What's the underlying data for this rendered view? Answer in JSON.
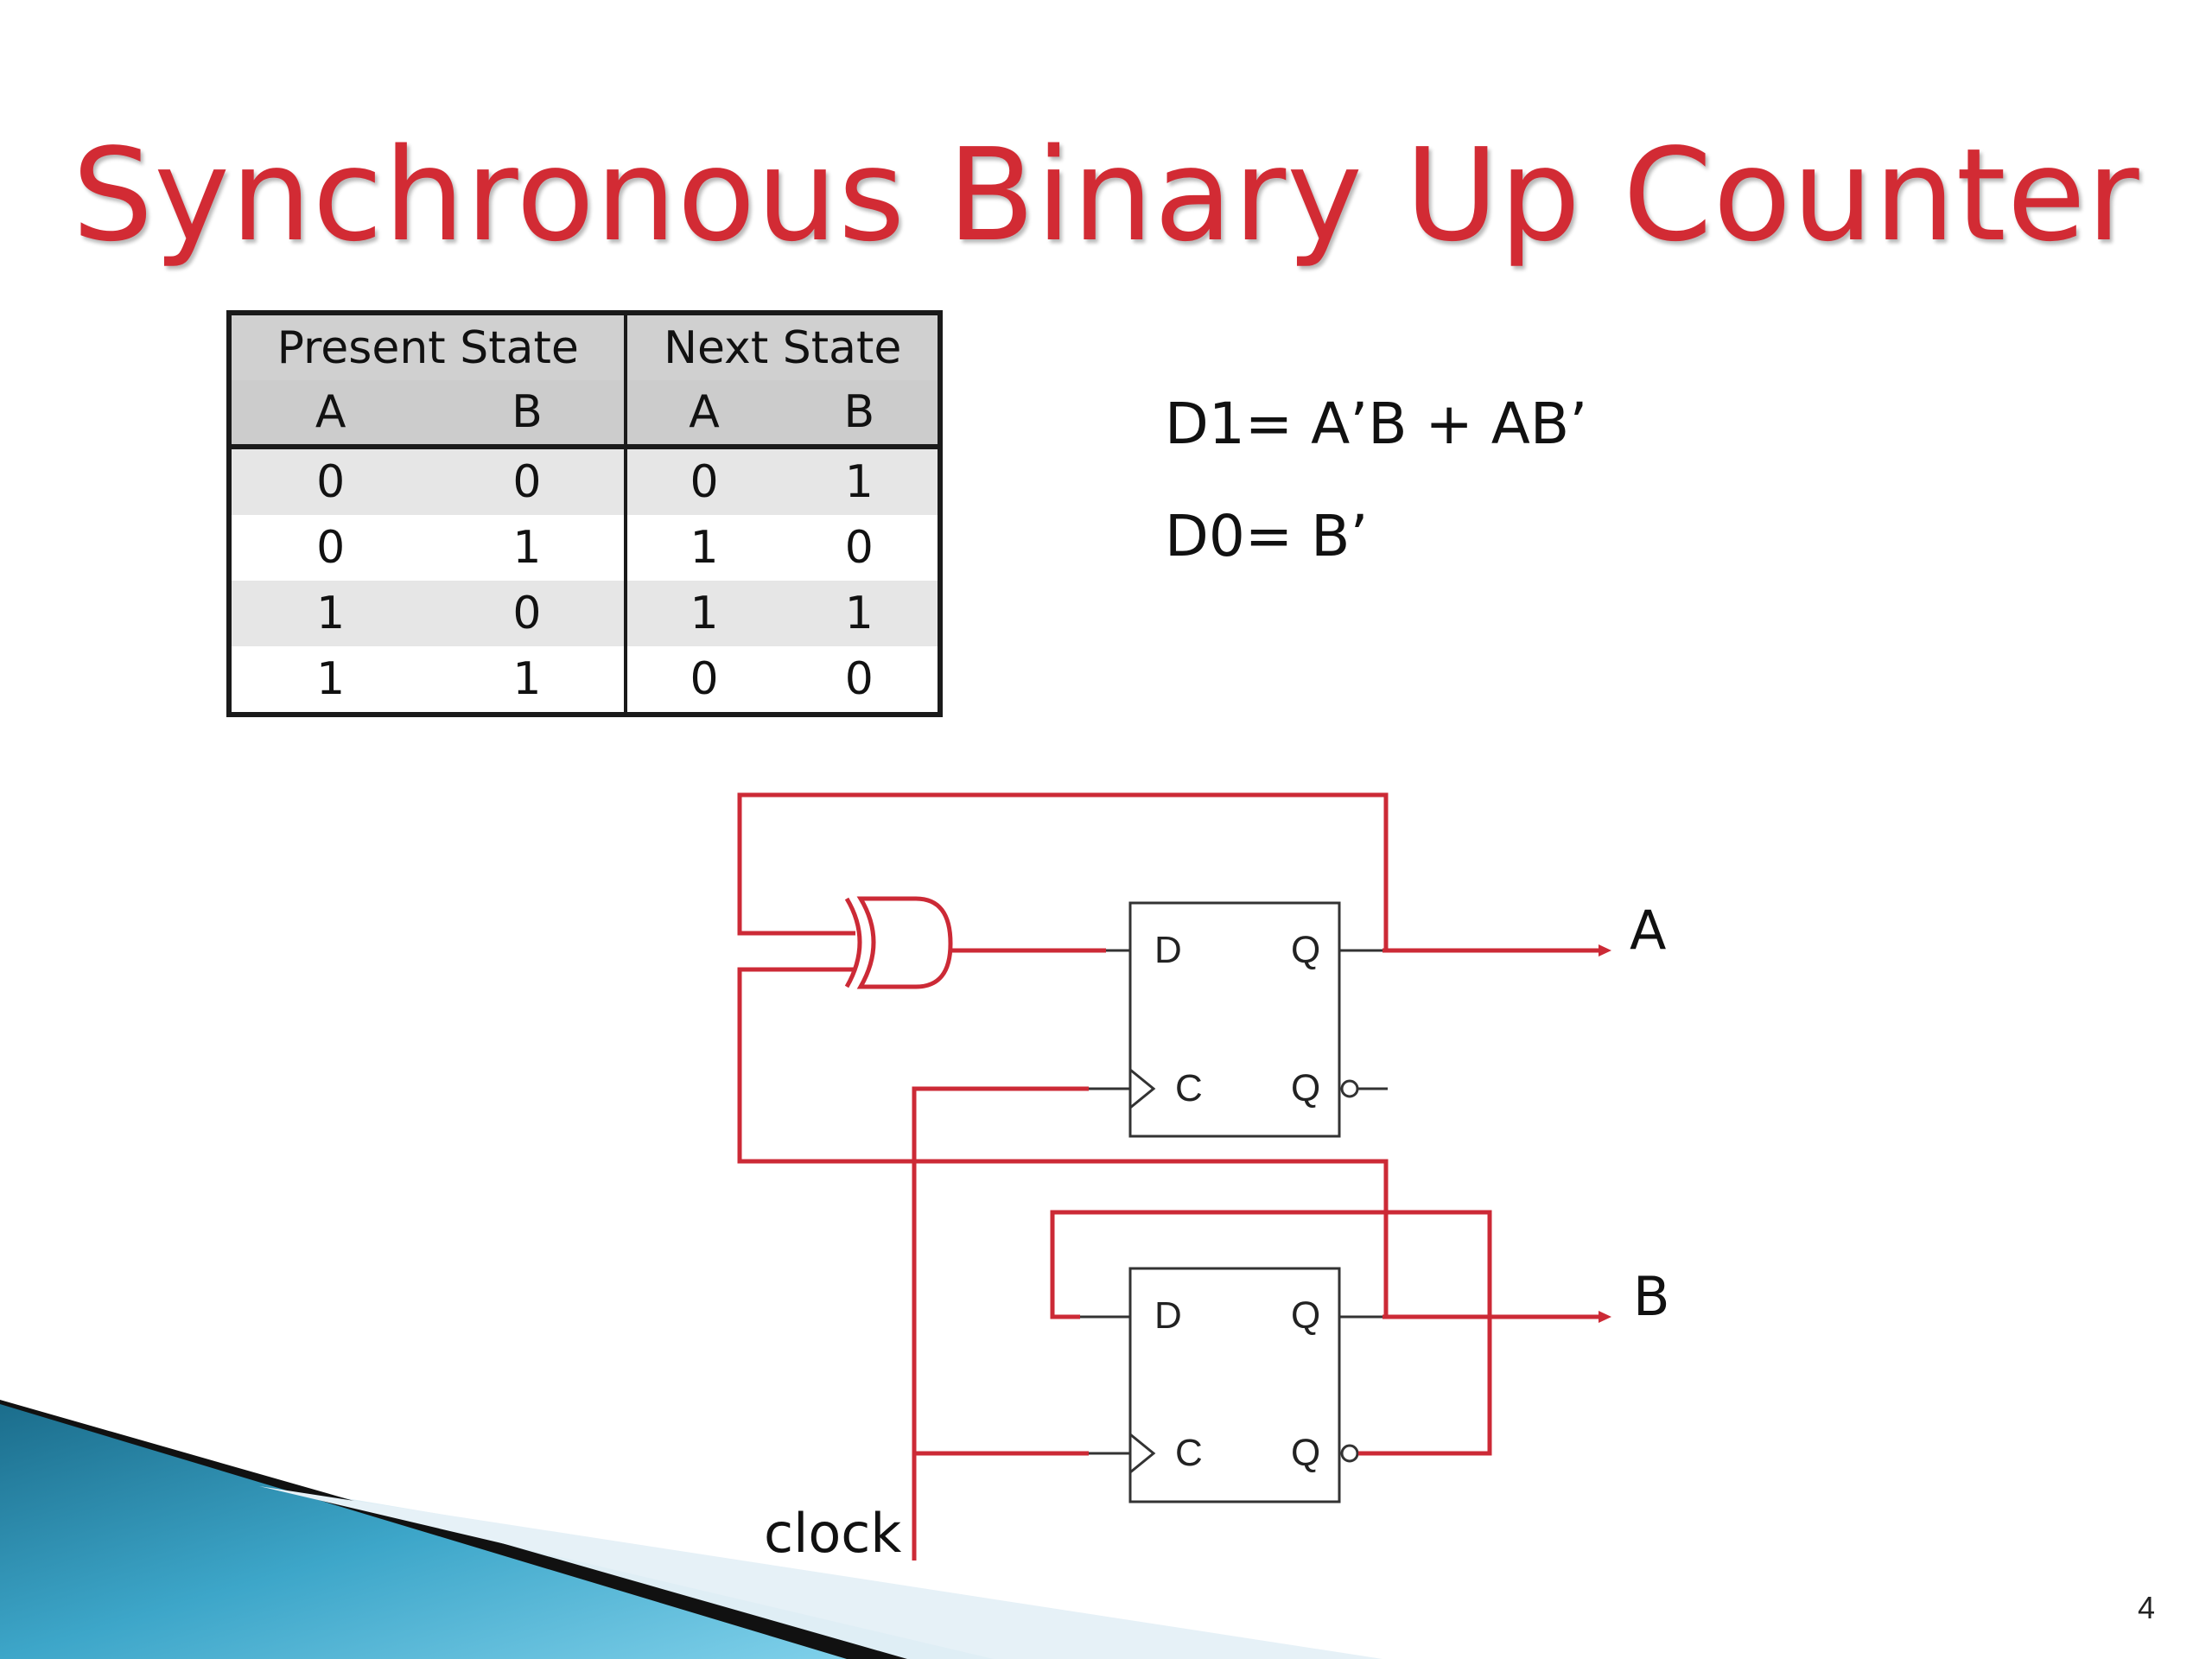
{
  "slide": {
    "title": "Synchronous Binary Up Counter",
    "page_number": "4"
  },
  "table": {
    "groups": [
      "Present State",
      "Next State"
    ],
    "columns": [
      "A",
      "B",
      "A",
      "B"
    ],
    "rows": [
      [
        "0",
        "0",
        "0",
        "1"
      ],
      [
        "0",
        "1",
        "1",
        "0"
      ],
      [
        "1",
        "0",
        "1",
        "1"
      ],
      [
        "1",
        "1",
        "0",
        "0"
      ]
    ]
  },
  "equations": {
    "d1": "D1= A’B + AB’",
    "d0": "D0= B’"
  },
  "circuit": {
    "output_a": "A",
    "output_b": "B",
    "clock_label": "clock",
    "flipflop_top": {
      "d": "D",
      "c": "C",
      "q": "Q",
      "qbar": "Q"
    },
    "flipflop_bottom": {
      "d": "D",
      "c": "C",
      "q": "Q",
      "qbar": "Q"
    },
    "wire_color": "#cc2a36"
  }
}
